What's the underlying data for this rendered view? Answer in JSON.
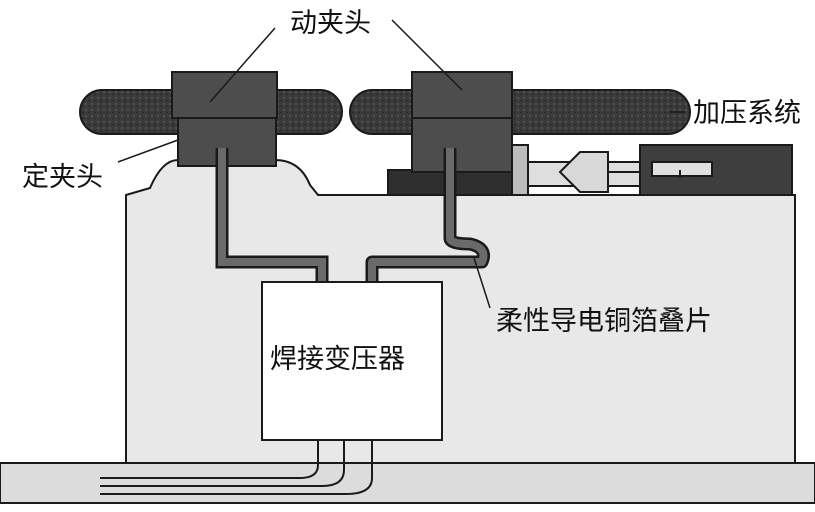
{
  "labels": {
    "moving_clamp": "动夹头",
    "fixed_clamp": "定夹头",
    "pressure_system": "加压系统",
    "flexible_copper_foil": "柔性导电铜箔叠片",
    "welding_transformer": "焊接变压器"
  },
  "colors": {
    "base": "#e8e8e8",
    "base_stroke": "#1a1a1a",
    "clamp_block": "#4d4d4d",
    "rod": "#3a3a3a",
    "conductor": "#6a6a6a",
    "transformer_fill": "#ffffff",
    "floor": "#dcdcdc"
  }
}
